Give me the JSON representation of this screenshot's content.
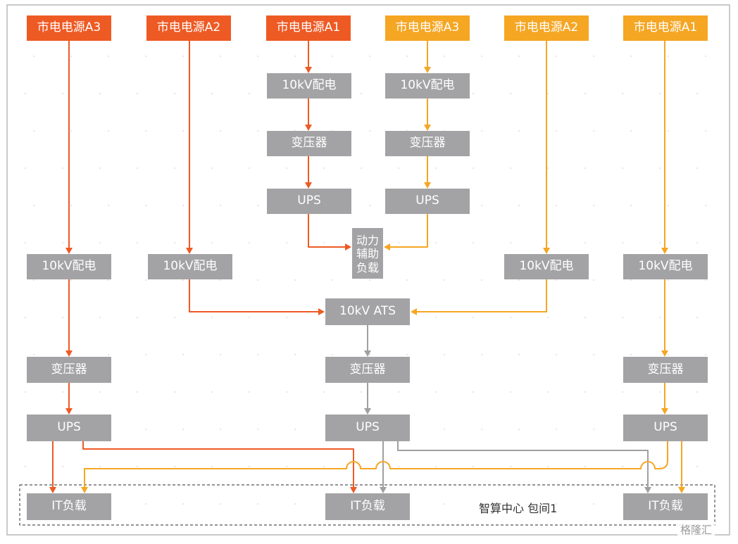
{
  "colors": {
    "red": "#ee5a24",
    "orange": "#f5a623",
    "gray": "#a0a0a0",
    "box_gray": "#a3a3a5"
  },
  "labels": {
    "src_red_a3": "市电电源A3",
    "src_red_a2": "市电电源A2",
    "src_red_a1": "市电电源A1",
    "src_org_a3": "市电电源A3",
    "src_org_a2": "市电电源A2",
    "src_org_a1": "市电电源A1",
    "hv_dist": "10kV配电",
    "transformer": "变压器",
    "ups": "UPS",
    "aux_load": "动力\n辅助\n负载",
    "ats": "10kV ATS",
    "it_load": "IT负载",
    "zone": "智算中心 包间1"
  },
  "watermark": "格隆汇"
}
